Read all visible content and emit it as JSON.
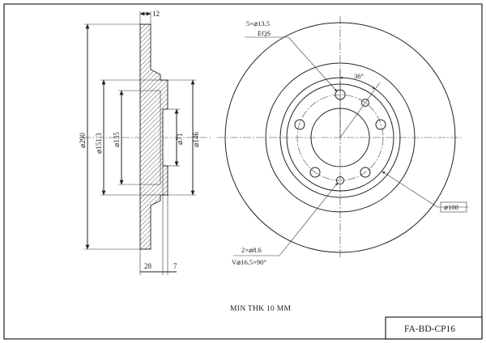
{
  "drawing": {
    "part_code": "FA-BD-CP16",
    "min_thickness_note": "MIN THK 10 MM",
    "side_view": {
      "dim_thickness_top": "12",
      "dim_outer_diameter": "⌀290",
      "dim_hat_outer": "⌀151.3",
      "dim_hat_inner": "⌀135",
      "dim_center_bore": "⌀71",
      "dim_hub_diameter": "⌀146",
      "dim_overall_height": "28",
      "dim_hat_depth": "7"
    },
    "front_view": {
      "bolt_hole_spec": "5×⌀13.5",
      "bolt_hole_spacing": "EQS",
      "bolt_angle": "36°",
      "bolt_circle_diameter": "⌀108",
      "small_hole_spec": "2×⌀8.6",
      "countersink_spec": "V⌀16.5×90°"
    }
  }
}
